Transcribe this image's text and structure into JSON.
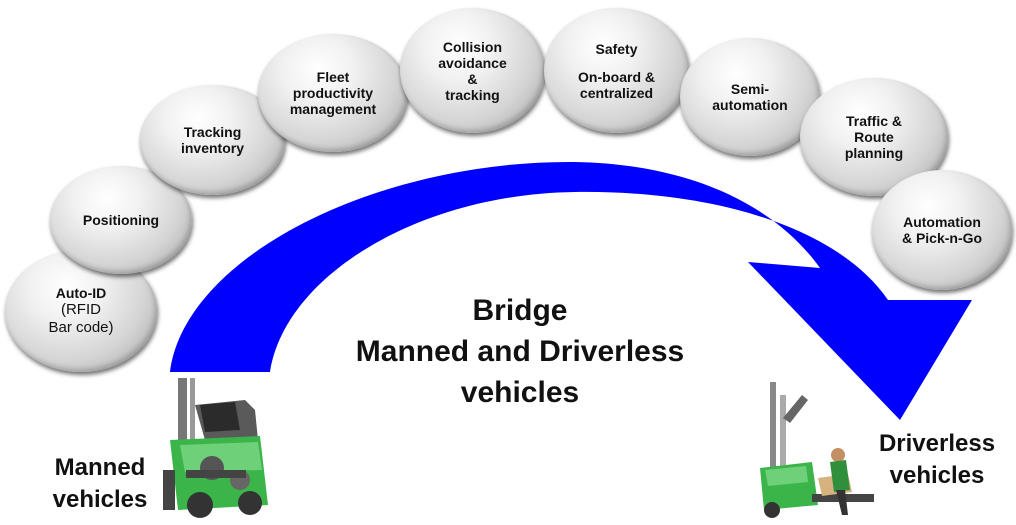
{
  "nodes": [
    {
      "id": "auto-id",
      "lines": [
        "Auto-ID"
      ],
      "sub": [
        "(RFID",
        "Bar code)"
      ]
    },
    {
      "id": "positioning",
      "lines": [
        "Positioning"
      ]
    },
    {
      "id": "tracking-inventory",
      "lines": [
        "Tracking",
        "inventory"
      ]
    },
    {
      "id": "fleet",
      "lines": [
        "Fleet",
        "productivity",
        "management"
      ]
    },
    {
      "id": "collision",
      "lines": [
        "Collision",
        "avoidance",
        "&",
        "tracking"
      ]
    },
    {
      "id": "safety",
      "lines": [
        "Safety",
        "",
        "On-board &",
        "centralized"
      ]
    },
    {
      "id": "semi-automation",
      "lines": [
        "Semi-",
        "automation"
      ]
    },
    {
      "id": "traffic",
      "lines": [
        "Traffic &",
        "Route",
        "planning"
      ]
    },
    {
      "id": "automation",
      "lines": [
        "Automation",
        "& Pick-n-Go"
      ]
    }
  ],
  "center": {
    "line1": "Bridge",
    "line2": "Manned and Driverless",
    "line3": "vehicles"
  },
  "manned": {
    "line1": "Manned",
    "line2": "vehicles"
  },
  "driverless": {
    "line1": "Driverless",
    "line2": "vehicles"
  },
  "colors": {
    "arrow": "#0000ff",
    "vehicle_green": "#3bb54a"
  }
}
